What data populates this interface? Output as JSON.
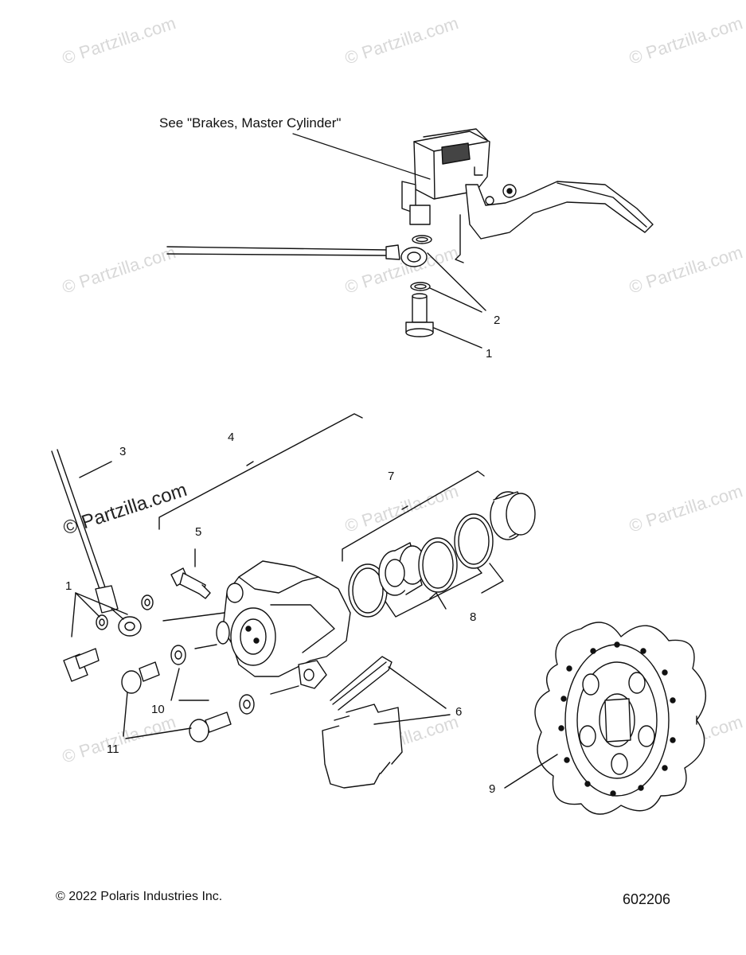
{
  "watermark": "© Partzilla.com",
  "note": "See \"Brakes, Master Cylinder\"",
  "callouts": [
    "1",
    "2",
    "1",
    "3",
    "4",
    "5",
    "7",
    "8",
    "6",
    "9",
    "10",
    "11"
  ],
  "footer": {
    "copyright": "© 2022 Polaris Industries Inc.",
    "diagram_number": "602206"
  }
}
